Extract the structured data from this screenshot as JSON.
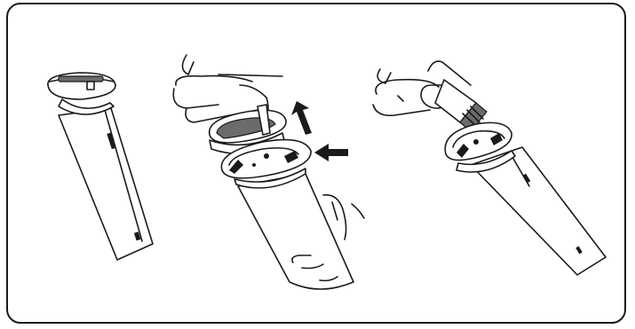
{
  "figure": {
    "stroke_color": "#1a1a1a",
    "background": "#ffffff",
    "steps": [
      {
        "name": "shaver-assembled"
      },
      {
        "name": "remove-shaving-head"
      },
      {
        "name": "clean-with-brush"
      }
    ],
    "arrows": [
      "arrow-up-right",
      "arrow-left"
    ]
  }
}
